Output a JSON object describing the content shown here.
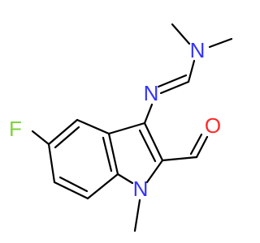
{
  "molecule": {
    "atoms": {
      "fluorine": {
        "symbol": "F",
        "color": "#7fd23c"
      },
      "imine_nitrogen": {
        "symbol": "N",
        "color": "#3333ff"
      },
      "amine_nitrogen": {
        "symbol": "N",
        "color": "#3333ff"
      },
      "ring_nitrogen": {
        "symbol": "N",
        "color": "#3333ff"
      },
      "carbonyl_oxygen": {
        "symbol": "O",
        "color": "#ff2a2a"
      }
    },
    "bond_color": "#000000"
  }
}
